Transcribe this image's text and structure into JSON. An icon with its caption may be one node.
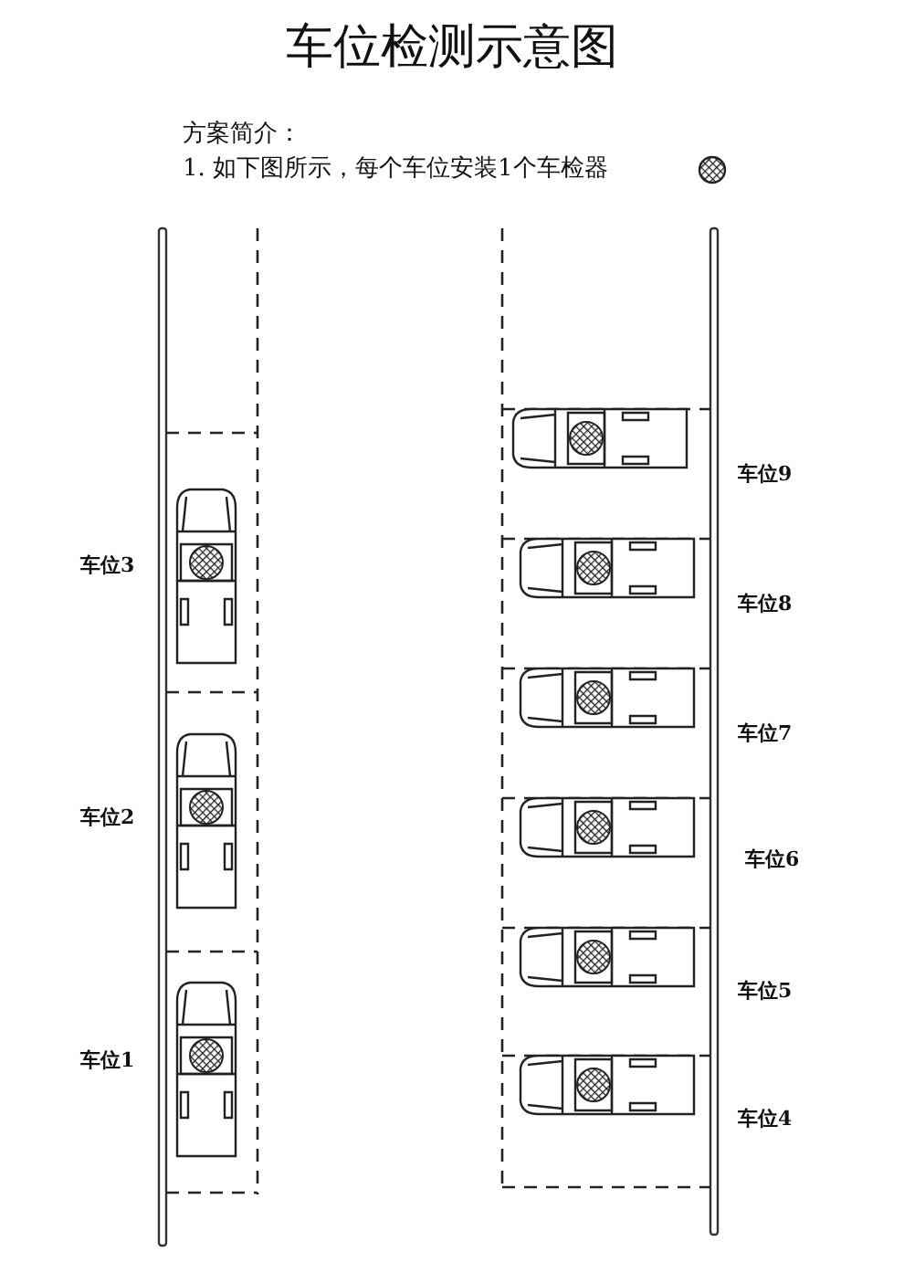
{
  "diagram": {
    "title": "车位检测示意图",
    "labels": [
      "方案简介：",
      "1. 如下图所示，每个车位安装1个车检器",
      "车位9",
      "车位3",
      "车位8",
      "车位7",
      "车位2",
      "车位6",
      "车位5",
      "车位1",
      "车位4"
    ]
  }
}
